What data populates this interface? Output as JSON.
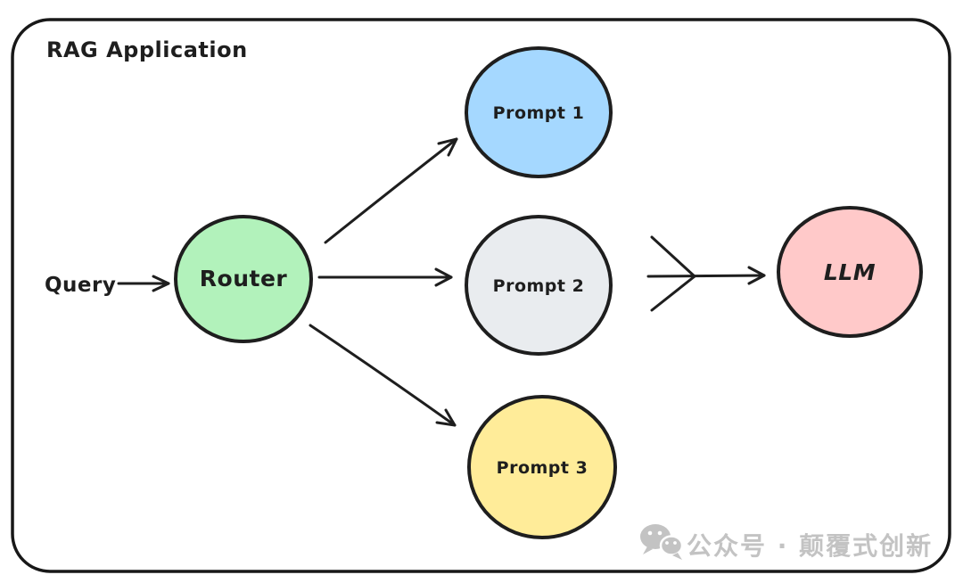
{
  "frame": {
    "title": "RAG Application"
  },
  "diagram": {
    "stroke_color": "#1e1e1e",
    "query_label": "Query",
    "nodes": [
      {
        "id": "router",
        "label": "Router",
        "fill": "#b2f2bb"
      },
      {
        "id": "prompt-1",
        "label": "Prompt 1",
        "fill": "#a5d8ff"
      },
      {
        "id": "prompt-2",
        "label": "Prompt 2",
        "fill": "#e9ecef"
      },
      {
        "id": "prompt-3",
        "label": "Prompt 3",
        "fill": "#ffec99"
      },
      {
        "id": "llm",
        "label": "LLM",
        "fill": "#ffc9c9"
      }
    ],
    "edges": [
      {
        "from": "query",
        "to": "router"
      },
      {
        "from": "router",
        "to": "prompt-1"
      },
      {
        "from": "router",
        "to": "prompt-2"
      },
      {
        "from": "router",
        "to": "prompt-3"
      },
      {
        "from": "merge",
        "to": "llm"
      }
    ]
  },
  "watermark": {
    "icon": "wechat-icon",
    "text": "公众号 · 颠覆式创新",
    "color": "#c3c3c3"
  }
}
